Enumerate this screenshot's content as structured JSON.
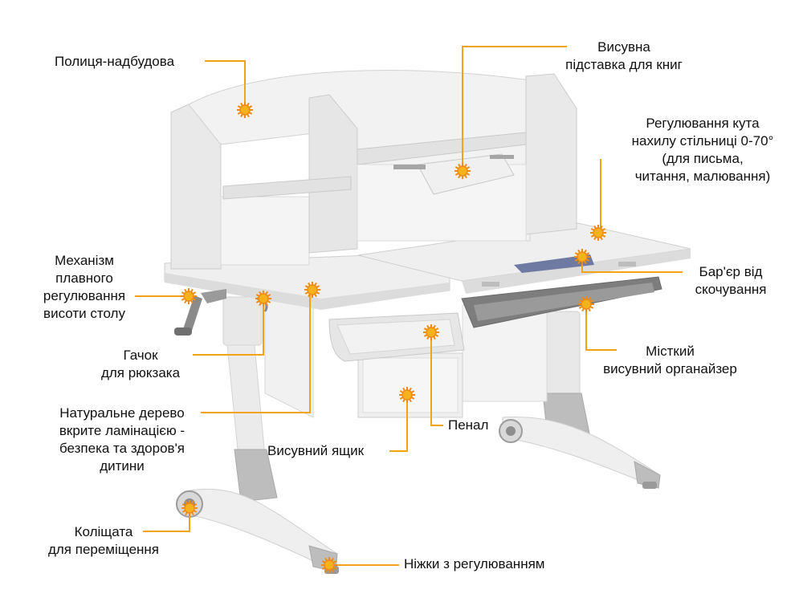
{
  "colors": {
    "leader": "#f3a31a",
    "marker_fill": "#f6b21c",
    "marker_ring": "#f08a12",
    "desk_body": "#eeeeee",
    "desk_edge": "#cfcfcf",
    "desk_shadow": "#d9d9d9",
    "frame": "#e6e6e6",
    "foot_accent": "#bdbdbd",
    "pad": "#6f7aa3"
  },
  "callouts": [
    {
      "id": "shelf-superstructure",
      "lines": [
        "Полиця-надбудова"
      ]
    },
    {
      "id": "book-stand",
      "lines": [
        "Висувна",
        "підставка для книг"
      ]
    },
    {
      "id": "tilt-adjustment",
      "lines": [
        "Регулювання кута",
        "нахилу стільниці 0-70°",
        "(для письма,",
        "читання, малювання)"
      ]
    },
    {
      "id": "height-mechanism",
      "lines": [
        "Механізм",
        "плавного",
        "регулювання",
        "висоти столу"
      ]
    },
    {
      "id": "roll-barrier",
      "lines": [
        "Бар'єр від",
        "скочування"
      ]
    },
    {
      "id": "backpack-hook",
      "lines": [
        "Гачок",
        "для рюкзака"
      ]
    },
    {
      "id": "organizer",
      "lines": [
        "Місткий",
        "висувний органайзер"
      ]
    },
    {
      "id": "natural-wood",
      "lines": [
        "Натуральне дерево",
        "вкрите ламінацією -",
        "безпека та здоров'я",
        "дитини"
      ]
    },
    {
      "id": "pencil-case",
      "lines": [
        "Пенал"
      ]
    },
    {
      "id": "drawer",
      "lines": [
        "Висувний ящик"
      ]
    },
    {
      "id": "casters",
      "lines": [
        "Коліщата",
        "для переміщення"
      ]
    },
    {
      "id": "adjustable-legs",
      "lines": [
        "Ніжки з регулюванням"
      ]
    }
  ]
}
